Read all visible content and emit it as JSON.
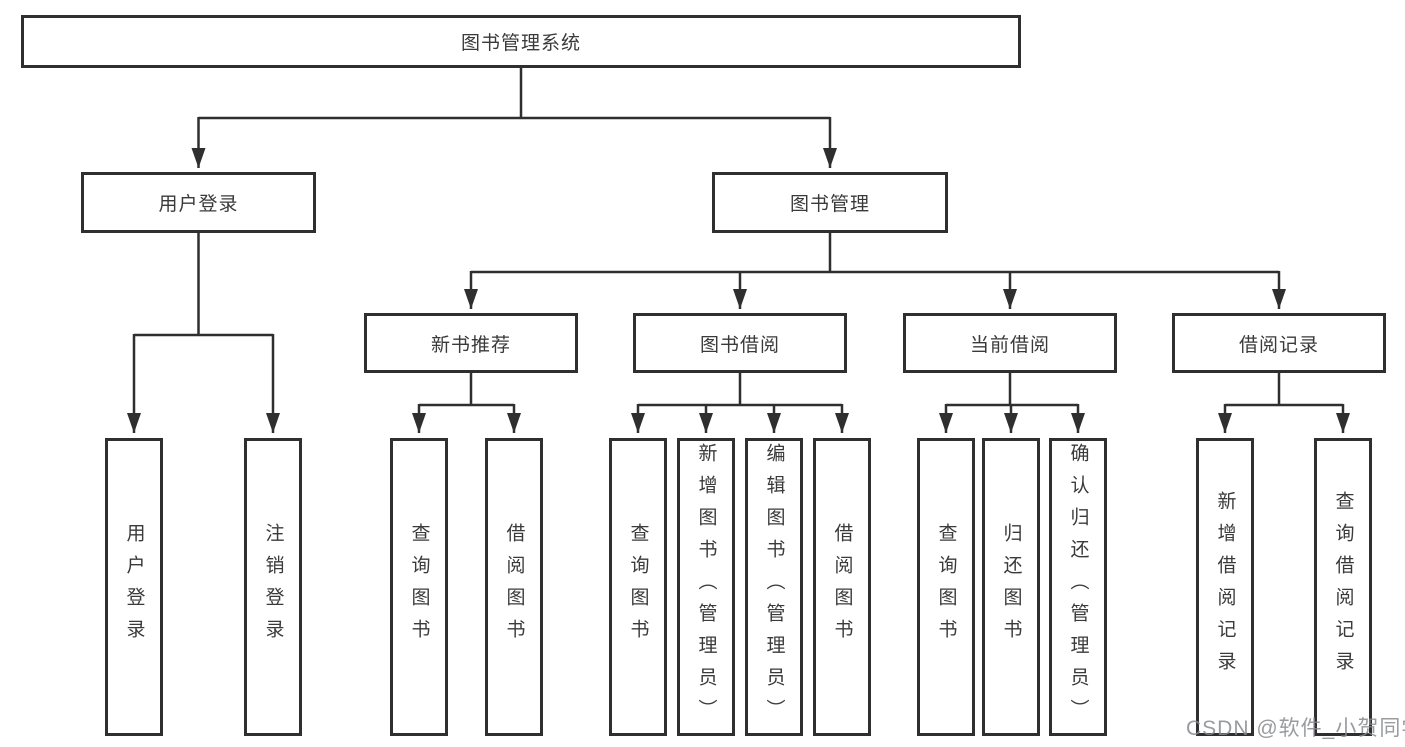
{
  "diagram": {
    "root": {
      "label": "图书管理系统"
    },
    "level2": [
      {
        "label": "用户登录"
      },
      {
        "label": "图书管理"
      }
    ],
    "level3": [
      {
        "label": "新书推荐"
      },
      {
        "label": "图书借阅"
      },
      {
        "label": "当前借阅"
      },
      {
        "label": "借阅记录"
      }
    ],
    "leaves": {
      "user_login": [
        "用户登录",
        "注销登录"
      ],
      "new_book_recommend": [
        "查询图书",
        "借阅图书"
      ],
      "book_borrow": [
        "查询图书",
        "新增图书（管理员）",
        "编辑图书（管理员）",
        "借阅图书"
      ],
      "current_borrow": [
        "查询图书",
        "归还图书",
        "确认归还（管理员）"
      ],
      "borrow_records": [
        "新增借阅记录",
        "查询借阅记录"
      ]
    }
  },
  "watermark": {
    "text": "CSDN @软件_小贺同学"
  },
  "colors": {
    "line": "#333333",
    "text": "#3a3a3a",
    "background": "#ffffff",
    "watermark": "#878a8e"
  }
}
